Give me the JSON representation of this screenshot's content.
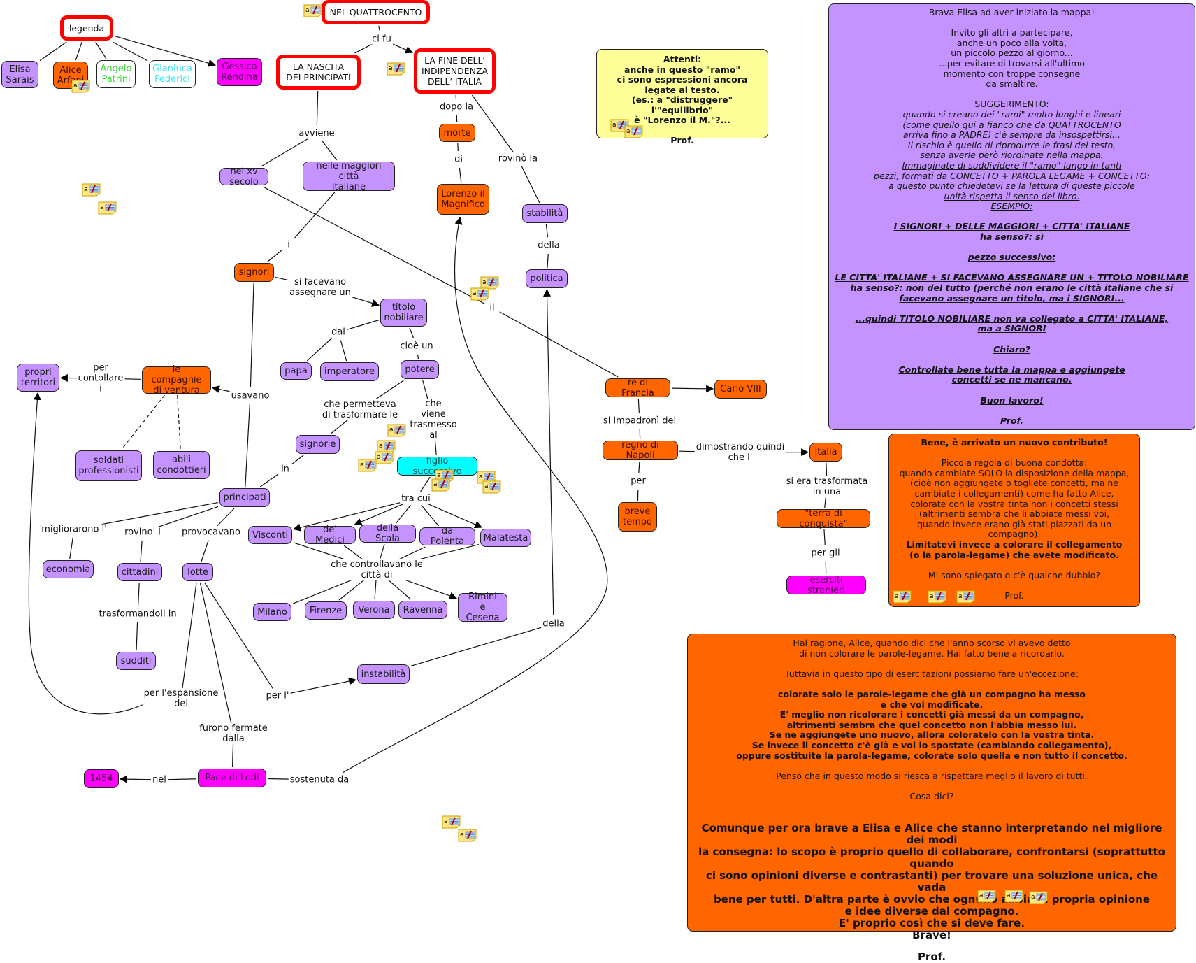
{
  "map": {
    "nodes": [
      {
        "id": "legenda",
        "text": "legenda",
        "style": "red"
      },
      {
        "id": "elisa",
        "text": "Elisa\nSarais",
        "style": "purple"
      },
      {
        "id": "alice",
        "text": "Alice\nArfani",
        "style": "orange"
      },
      {
        "id": "angelo",
        "text": "Angelo\nPatrini",
        "style": "white",
        "color": "#33dd33"
      },
      {
        "id": "gianluca",
        "text": "Gianluca\nFederici",
        "style": "white",
        "color": "#44e4ee"
      },
      {
        "id": "gessica",
        "text": "Gessica\nRendina",
        "style": "magenta"
      },
      {
        "id": "quattrocento",
        "text": "NEL QUATTROCENTO",
        "style": "red"
      },
      {
        "id": "nascita",
        "text": "LA NASCITA\nDEI PRINCIPATI",
        "style": "red"
      },
      {
        "id": "fine",
        "text": "LA FINE DELL'\nINDIPENDENZA\nDELL' ITALIA",
        "style": "red"
      },
      {
        "id": "xv",
        "text": "nel xv secolo",
        "style": "purple"
      },
      {
        "id": "maggiori",
        "text": "nelle maggiori città\nitaliane",
        "style": "purple"
      },
      {
        "id": "morte",
        "text": "morte",
        "style": "orange"
      },
      {
        "id": "lorenzo",
        "text": "Lorenzo il\nMagnifico",
        "style": "orange"
      },
      {
        "id": "stabilita",
        "text": "stabilità",
        "style": "purple"
      },
      {
        "id": "politica",
        "text": "politica",
        "style": "purple"
      },
      {
        "id": "signori",
        "text": "signori",
        "style": "orange"
      },
      {
        "id": "titolo",
        "text": "titolo\nnobiliare",
        "style": "purple"
      },
      {
        "id": "papa",
        "text": "papa",
        "style": "purple"
      },
      {
        "id": "imperatore",
        "text": "imperatore",
        "style": "purple"
      },
      {
        "id": "potere",
        "text": "potere",
        "style": "purple"
      },
      {
        "id": "territori",
        "text": "propri\nterritori",
        "style": "purple"
      },
      {
        "id": "compagnie",
        "text": "le compagnie\ndi ventura",
        "style": "orange"
      },
      {
        "id": "soldati",
        "text": "soldati\nprofessionisti",
        "style": "purple"
      },
      {
        "id": "condottieri",
        "text": "abili\ncondottieri",
        "style": "purple"
      },
      {
        "id": "signorie",
        "text": "signorie",
        "style": "purple"
      },
      {
        "id": "figlio",
        "text": "figlio successivo",
        "style": "cyan"
      },
      {
        "id": "principati",
        "text": "principati",
        "style": "purple"
      },
      {
        "id": "visconti",
        "text": "Visconti",
        "style": "purple"
      },
      {
        "id": "medici",
        "text": "de' Medici",
        "style": "purple"
      },
      {
        "id": "scala",
        "text": "della Scala",
        "style": "purple"
      },
      {
        "id": "polenta",
        "text": "da Polenta",
        "style": "purple"
      },
      {
        "id": "malatesta",
        "text": "Malatesta",
        "style": "purple"
      },
      {
        "id": "economia",
        "text": "economia",
        "style": "purple"
      },
      {
        "id": "cittadini",
        "text": "cittadini",
        "style": "purple"
      },
      {
        "id": "lotte",
        "text": "lotte",
        "style": "purple"
      },
      {
        "id": "sudditi",
        "text": "sudditi",
        "style": "purple"
      },
      {
        "id": "milano",
        "text": "Milano",
        "style": "purple"
      },
      {
        "id": "firenze",
        "text": "Firenze",
        "style": "purple"
      },
      {
        "id": "verona",
        "text": "Verona",
        "style": "purple"
      },
      {
        "id": "ravenna",
        "text": "Ravenna",
        "style": "purple"
      },
      {
        "id": "rimini",
        "text": "Rimini\ne Cesena",
        "style": "purple"
      },
      {
        "id": "instabilita",
        "text": "instabilità",
        "style": "purple"
      },
      {
        "id": "re",
        "text": "re di Francia",
        "style": "orange"
      },
      {
        "id": "carlo",
        "text": "Carlo VIII",
        "style": "orange"
      },
      {
        "id": "napoli",
        "text": "regno di Napoli",
        "style": "orange"
      },
      {
        "id": "breve",
        "text": "breve\ntempo",
        "style": "orange"
      },
      {
        "id": "italia",
        "text": "Italia",
        "style": "orange"
      },
      {
        "id": "terra",
        "text": "\"terra di conquista\"",
        "style": "orange"
      },
      {
        "id": "eserciti",
        "text": "eserciti stranieri",
        "style": "magenta"
      },
      {
        "id": "lodi",
        "text": "Pace di Lodi",
        "style": "magenta"
      },
      {
        "id": "y1454",
        "text": "1454",
        "style": "magenta"
      }
    ],
    "link_labels": [
      {
        "id": "cifu",
        "text": "ci fu"
      },
      {
        "id": "avviene",
        "text": "avviene"
      },
      {
        "id": "dopola",
        "text": "dopo la"
      },
      {
        "id": "di",
        "text": "di"
      },
      {
        "id": "rovinola",
        "text": "rovinò la"
      },
      {
        "id": "della1",
        "text": "della"
      },
      {
        "id": "i",
        "text": "i"
      },
      {
        "id": "sifacevano",
        "text": "si facevano\nassegnare un"
      },
      {
        "id": "il",
        "text": "il"
      },
      {
        "id": "dal",
        "text": "dal"
      },
      {
        "id": "cioeun",
        "text": "cioè un"
      },
      {
        "id": "percontollare",
        "text": "per\ncontollare\ni"
      },
      {
        "id": "usavano",
        "text": "usavano"
      },
      {
        "id": "chepermetteva",
        "text": "che permetteva\ndi trasformare le"
      },
      {
        "id": "chevienetrasmesso",
        "text": "che\nviene\ntrasmesso\nal"
      },
      {
        "id": "in",
        "text": "in"
      },
      {
        "id": "tracui",
        "text": "tra cui"
      },
      {
        "id": "miglioraronol",
        "text": "migliorarono l'"
      },
      {
        "id": "rovinoi",
        "text": "rovino' i"
      },
      {
        "id": "provocavano",
        "text": "provocavano"
      },
      {
        "id": "checontrollavano",
        "text": "che controllavano le\ncittà di"
      },
      {
        "id": "trasformandoli",
        "text": "trasformandoli in"
      },
      {
        "id": "della2",
        "text": "della"
      },
      {
        "id": "perespansione",
        "text": "per l'espansione\ndei"
      },
      {
        "id": "perl",
        "text": "per l'"
      },
      {
        "id": "furonofermate",
        "text": "furono fermate\ndalla"
      },
      {
        "id": "nel",
        "text": "nel"
      },
      {
        "id": "sostenutada",
        "text": "sostenuta da"
      },
      {
        "id": "siimpadroni",
        "text": "si impadronì del"
      },
      {
        "id": "dimostrando",
        "text": "dimostrando quindi\nche l'"
      },
      {
        "id": "per",
        "text": "per"
      },
      {
        "id": "sieratrasformata",
        "text": "si era trasformata\nin una"
      },
      {
        "id": "pergli",
        "text": "per gli"
      }
    ]
  },
  "notes": {
    "yellow": {
      "lines": [
        "Attenti:",
        "anche in questo \"ramo\"",
        "ci sono espressioni ancora",
        "legate al testo.",
        "(es.: a \"distruggere\" l'\"equilibrio\"",
        "è \"Lorenzo il M.\"?...",
        "",
        "Prof."
      ],
      "bg": "#ffff99"
    },
    "purple": {
      "bg": "#c493ff",
      "lines": [
        {
          "t": "Brava Elisa ad aver iniziato la mappa!",
          "s": ""
        },
        {
          "t": "",
          "s": ""
        },
        {
          "t": "Invito gli altri a partecipare,",
          "s": ""
        },
        {
          "t": "anche un poco alla volta,",
          "s": ""
        },
        {
          "t": "un piccolo pezzo al giorno...",
          "s": ""
        },
        {
          "t": "...per evitare di trovarsi all'ultimo",
          "s": ""
        },
        {
          "t": "momento con troppe consegne",
          "s": ""
        },
        {
          "t": "da smaltire.",
          "s": ""
        },
        {
          "t": "",
          "s": ""
        },
        {
          "t": "SUGGERIMENTO:",
          "s": ""
        },
        {
          "t": "quando si creano dei \"rami\" molto lunghi e lineari",
          "s": "i"
        },
        {
          "t": "(come quello qui a fianco che da QUATTROCENTO",
          "s": "i"
        },
        {
          "t": "arriva fino a PADRE) c'è sempre da insospettirsi...",
          "s": "i"
        },
        {
          "t": "Il rischio è quello di riprodurre le frasi del testo,",
          "s": "i"
        },
        {
          "t": "senza averle però riordinate nella mappa.",
          "s": "i u"
        },
        {
          "t": "Immaginate di suddividere il \"ramo\" lungo in tanti",
          "s": "i u"
        },
        {
          "t": "pezzi, formati da CONCETTO + PAROLA LEGAME + CONCETTO:",
          "s": "i u"
        },
        {
          "t": "a questo punto chiedetevi se la lettura di queste piccole",
          "s": "i u"
        },
        {
          "t": "unità rispetta il senso del libro.",
          "s": "i u"
        },
        {
          "t": "ESEMPIO:",
          "s": "i u"
        },
        {
          "t": "",
          "s": ""
        },
        {
          "t": "I SIGNORI + DELLE MAGGIORI + CITTA' ITALIANE",
          "s": "b i u"
        },
        {
          "t": "ha senso?: sì",
          "s": "b i u"
        },
        {
          "t": "",
          "s": ""
        },
        {
          "t": "pezzo successivo:",
          "s": "b i u"
        },
        {
          "t": "",
          "s": ""
        },
        {
          "t": "LE CITTA' ITALIANE + SI FACEVANO ASSEGNARE UN + TITOLO NOBILIARE",
          "s": "b i u"
        },
        {
          "t": "ha senso?: non del tutto (perché non erano le città italiane che si",
          "s": "b i u"
        },
        {
          "t": "facevano assegnare un titolo, ma i SIGNORI...",
          "s": "b i u"
        },
        {
          "t": "",
          "s": ""
        },
        {
          "t": "...quindi TITOLO NOBILIARE non va collegato a CITTA' ITALIANE,",
          "s": "b i u"
        },
        {
          "t": "ma a SIGNORI",
          "s": "b i u"
        },
        {
          "t": "",
          "s": ""
        },
        {
          "t": "Chiaro?",
          "s": "b i u"
        },
        {
          "t": "",
          "s": ""
        },
        {
          "t": "Controllate bene tutta la mappa e aggiungete",
          "s": "b i u"
        },
        {
          "t": "concetti se ne mancano.",
          "s": "b i u"
        },
        {
          "t": "",
          "s": ""
        },
        {
          "t": "Buon lavoro!",
          "s": "b i u"
        },
        {
          "t": "",
          "s": ""
        },
        {
          "t": "Prof.",
          "s": "b i u"
        }
      ]
    },
    "orange_small": {
      "bg": "#ff6600",
      "lines": [
        {
          "t": "Bene, è arrivato un nuovo contributo!",
          "s": "b"
        },
        {
          "t": "",
          "s": ""
        },
        {
          "t": "Piccola regola di buona condotta:",
          "s": ""
        },
        {
          "t": "quando cambiate SOLO la disposizione della mappa,",
          "s": ""
        },
        {
          "t": "(cioè non aggiungete o togliete concetti, ma ne",
          "s": ""
        },
        {
          "t": "cambiate i collegamenti) come ha fatto Alice,",
          "s": ""
        },
        {
          "t": "colorate con la vostra tinta non i concetti stessi",
          "s": ""
        },
        {
          "t": "(altrimenti sembra che li abbiate messi voi,",
          "s": ""
        },
        {
          "t": "quando invece erano già stati piazzati da un compagno).",
          "s": ""
        },
        {
          "t": "Limitatevi invece a colorare il collegamento",
          "s": "b"
        },
        {
          "t": "(o la parola-legame) che avete modificato.",
          "s": "b"
        },
        {
          "t": "",
          "s": ""
        },
        {
          "t": "Mi sono spiegato o c'è qualche dubbio?",
          "s": ""
        },
        {
          "t": "",
          "s": ""
        },
        {
          "t": "Prof.",
          "s": ""
        }
      ]
    },
    "orange_big": {
      "bg": "#ff6600",
      "lines": [
        {
          "t": "Hai ragione, Alice, quando dici che l'anno scorso vi avevo detto",
          "s": ""
        },
        {
          "t": "di non colorare le parole-legame. Hai fatto bene a ricordarlo.",
          "s": ""
        },
        {
          "t": "",
          "s": ""
        },
        {
          "t": "Tuttavia in questo tipo di esercitazioni possiamo fare un'eccezione:",
          "s": ""
        },
        {
          "t": "",
          "s": ""
        },
        {
          "t": "colorate solo le parole-legame che già un compagno ha messo",
          "s": "b"
        },
        {
          "t": "e che voi modificate.",
          "s": "b"
        },
        {
          "t": "E' meglio non ricolorare i concetti già messi da un compagno,",
          "s": "b"
        },
        {
          "t": "altrimenti sembra che quel concetto non l'abbia messo lui.",
          "s": "b"
        },
        {
          "t": "Se ne aggiungete uno nuovo, allora coloratelo con la vostra tinta.",
          "s": "b"
        },
        {
          "t": "Se invece il concetto c'è già e voi lo spostate (cambiando collegamento),",
          "s": "b"
        },
        {
          "t": "oppure sostituite la parola-legame, colorate solo quella e non tutto il concetto.",
          "s": "b"
        },
        {
          "t": "",
          "s": ""
        },
        {
          "t": "Penso che in questo modo si riesca a rispettare meglio il lavoro di tutti.",
          "s": ""
        },
        {
          "t": "",
          "s": ""
        },
        {
          "t": "Cosa dici?",
          "s": ""
        },
        {
          "t": "",
          "s": ""
        },
        {
          "t": "",
          "s": ""
        },
        {
          "t": "Comunque per ora brave a Elisa e Alice che stanno interpretando nel migliore dei modi",
          "s": "b big"
        },
        {
          "t": "la consegna: lo scopo è proprio quello di collaborare, confrontarsi (soprattutto quando",
          "s": "b big"
        },
        {
          "t": "ci sono opinioni diverse e contrastanti) per trovare una soluzione unica, che vada",
          "s": "b big"
        },
        {
          "t": "bene per tutti. D'altra parte è ovvio che ognuno abbia la propria opinione",
          "s": "b big"
        },
        {
          "t": "e idee diverse dal compagno.",
          "s": "b big"
        },
        {
          "t": "E' proprio così che si deve fare.",
          "s": "b big"
        },
        {
          "t": "Brave!",
          "s": "b big"
        },
        {
          "t": "",
          "s": ""
        },
        {
          "t": "Prof.",
          "s": "b big"
        }
      ]
    }
  },
  "colors": {
    "purple": "#c493ff",
    "orange": "#ff6600",
    "magenta": "#ff00ff",
    "cyan": "#00ffff",
    "red_border": "#ff0000",
    "yellow_note": "#ffff99"
  },
  "icons": {
    "annotation": "annotation-note-icon"
  }
}
